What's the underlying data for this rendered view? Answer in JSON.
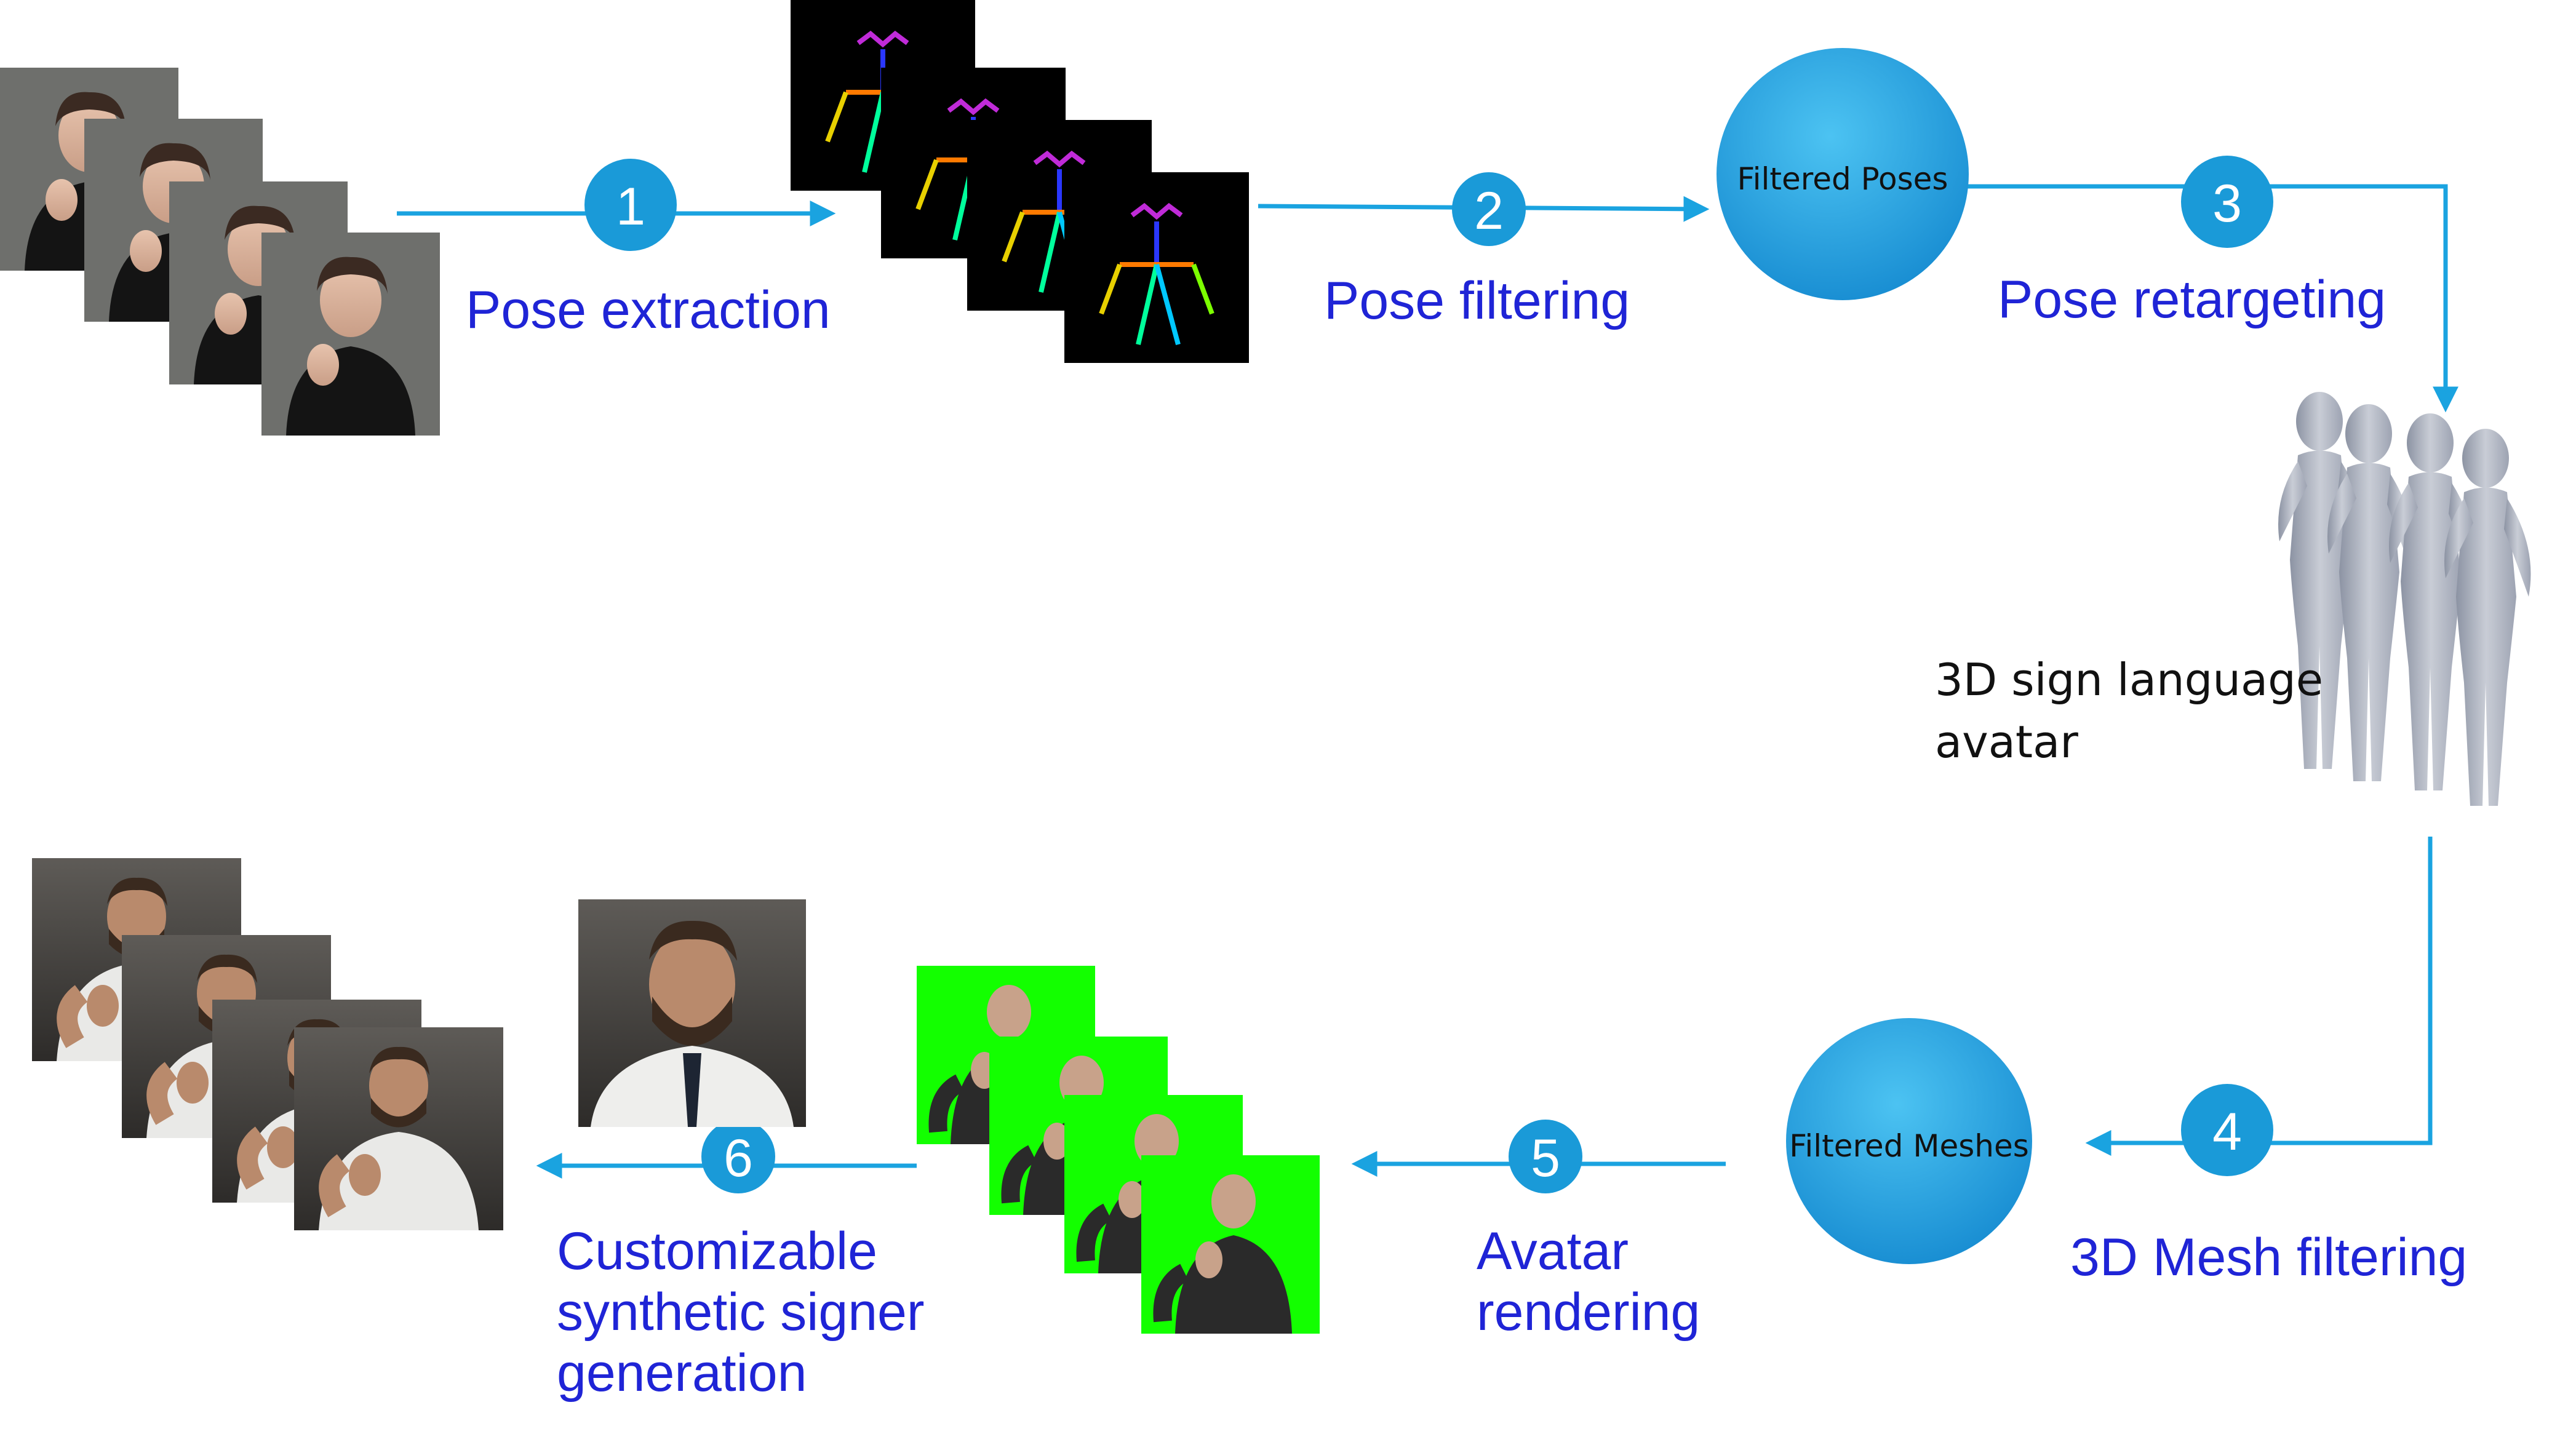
{
  "colors": {
    "arrow": "#1aa3e0",
    "step_circle": "#1a9ad8",
    "label": "#1f24d6",
    "big_circle_light": "#4cc3f2",
    "big_circle_dark": "#1a8fd3",
    "green_screen": "#13ff00",
    "pose_bg": "#000000",
    "photo_bg": "#6e6f6c",
    "portrait_bg": "#4a4845"
  },
  "steps": [
    {
      "number": "1",
      "label": "Pose extraction"
    },
    {
      "number": "2",
      "label": "Pose filtering"
    },
    {
      "number": "3",
      "label": "Pose retargeting"
    },
    {
      "number": "4",
      "label": "3D Mesh filtering"
    },
    {
      "number": "5",
      "label_lines": [
        "Avatar",
        "rendering"
      ]
    },
    {
      "number": "6",
      "label_lines": [
        "Customizable",
        "synthetic signer",
        "generation"
      ]
    }
  ],
  "nodes": {
    "filtered_poses": "Filtered Poses",
    "filtered_meshes": "Filtered Meshes"
  },
  "avatar_caption": [
    "3D sign language",
    "avatar"
  ],
  "icons": {
    "input_frames": "signer-video-frames-icon",
    "pose_frames": "pose-skeleton-frames-icon",
    "avatar": "3d-avatar-mesh-icon",
    "rendered_frames": "rendered-avatar-frames-icon",
    "reference_portrait": "reference-portrait-icon",
    "output_frames": "synthetic-signer-frames-icon"
  }
}
